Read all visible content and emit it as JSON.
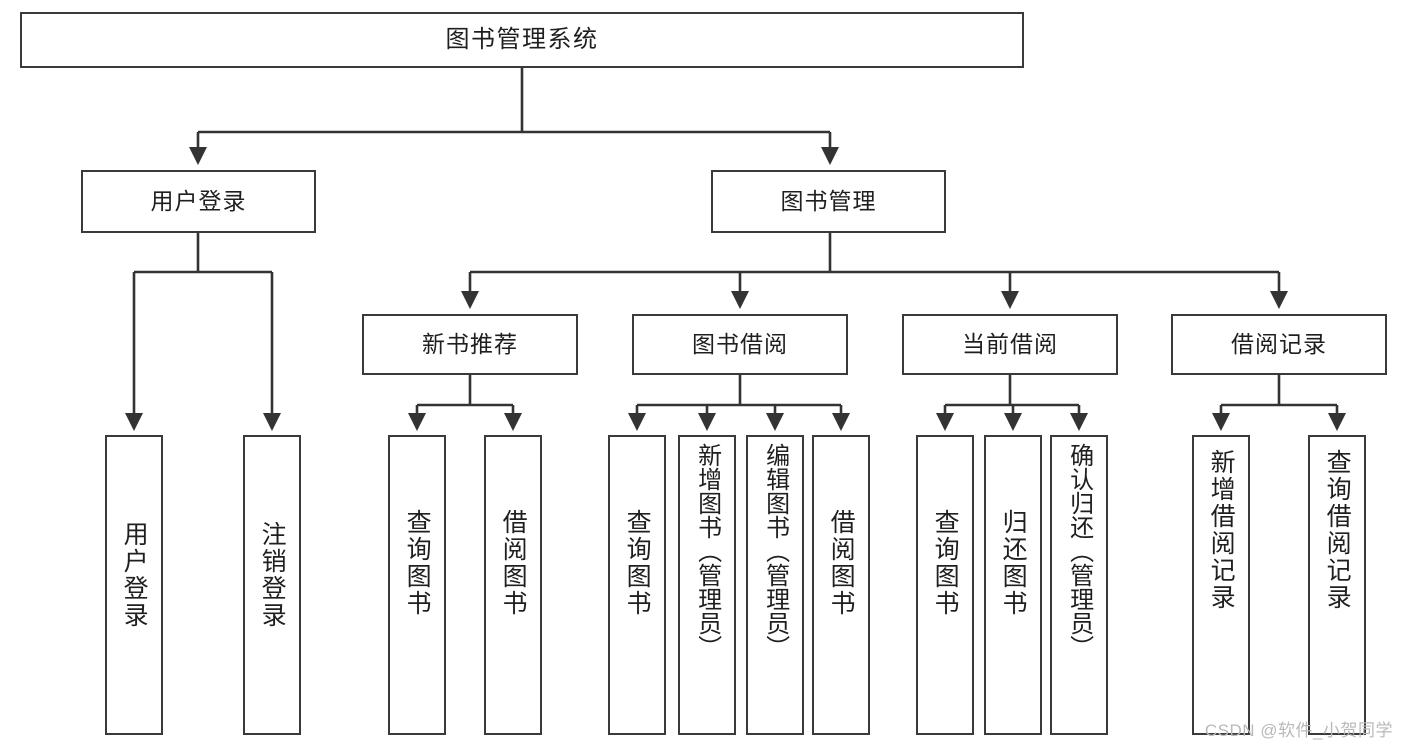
{
  "diagram": {
    "title": "图书管理系统",
    "type": "tree-hierarchy",
    "watermark": "CSDN @软件_小贺同学",
    "levels": {
      "root": "图书管理系统",
      "level2": [
        "用户登录",
        "图书管理"
      ],
      "level3": [
        "新书推荐",
        "图书借阅",
        "当前借阅",
        "借阅记录"
      ]
    },
    "nodes": {
      "root": {
        "label": "图书管理系统"
      },
      "user_login": {
        "label": "用户登录"
      },
      "book_manage": {
        "label": "图书管理"
      },
      "new_book_rec": {
        "label": "新书推荐"
      },
      "book_borrow": {
        "label": "图书借阅"
      },
      "current_borrow": {
        "label": "当前借阅"
      },
      "borrow_record": {
        "label": "借阅记录"
      },
      "leaf_user_login": {
        "label": "用户登录"
      },
      "leaf_logout_login": {
        "label": "注销登录"
      },
      "leaf_query_book_1": {
        "label": "查询图书"
      },
      "leaf_borrow_book_1": {
        "label": "借阅图书"
      },
      "leaf_query_book_2": {
        "label": "查询图书"
      },
      "leaf_add_book_admin": {
        "label": "新增图书（管理员）"
      },
      "leaf_edit_book_admin": {
        "label": "编辑图书（管理员）"
      },
      "leaf_borrow_book_2": {
        "label": "借阅图书"
      },
      "leaf_query_book_3": {
        "label": "查询图书"
      },
      "leaf_return_book": {
        "label": "归还图书"
      },
      "leaf_confirm_return_admin": {
        "label": "确认归还（管理员）"
      },
      "leaf_add_borrow_record": {
        "label": "新增借阅记录"
      },
      "leaf_query_borrow_record": {
        "label": "查询借阅记录"
      }
    },
    "colors": {
      "border": "#3a3a3a",
      "text": "#1f1f1f",
      "background": "#ffffff",
      "edge": "#333333",
      "watermark": "#b9b9b9"
    }
  }
}
